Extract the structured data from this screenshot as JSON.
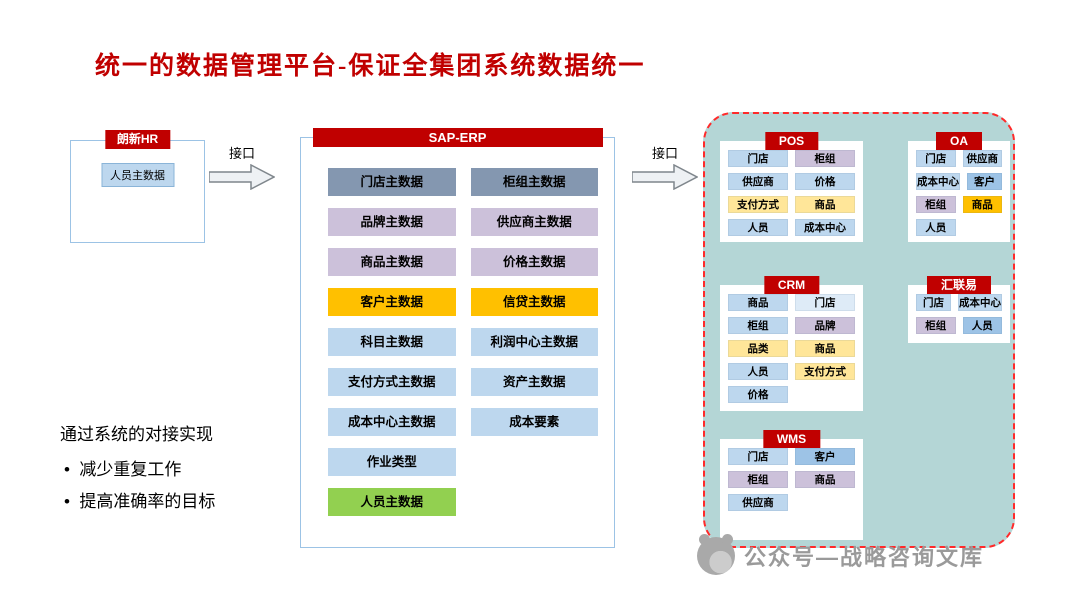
{
  "title": "统一的数据管理平台-保证全集团系统数据统一",
  "palette": {
    "blue": "#8497b0",
    "purple": "#ccc1da",
    "paleblue": "#bdd7ee",
    "fadedblue": "#deebf7",
    "amber": "#ffc000",
    "yellow": "#ffe699",
    "green": "#92d050",
    "cyan": "#9dc3e6",
    "red": "#c00000",
    "panel_bg": "#b4d6d6",
    "panel_border": "#ff2a2a"
  },
  "hr_source": {
    "header": "朗新HR",
    "item": "人员主数据"
  },
  "arrows": [
    {
      "label": "接口"
    },
    {
      "label": "接口"
    }
  ],
  "sap": {
    "header": "SAP-ERP",
    "columns": [
      [
        {
          "label": "门店主数据",
          "color": "blue"
        },
        {
          "label": "品牌主数据",
          "color": "purple"
        },
        {
          "label": "商品主数据",
          "color": "purple"
        },
        {
          "label": "客户主数据",
          "color": "amber"
        },
        {
          "label": "科目主数据",
          "color": "paleblue"
        },
        {
          "label": "支付方式主数据",
          "color": "paleblue"
        },
        {
          "label": "成本中心主数据",
          "color": "paleblue"
        },
        {
          "label": "作业类型",
          "color": "paleblue"
        },
        {
          "label": "人员主数据",
          "color": "green"
        }
      ],
      [
        {
          "label": "柜组主数据",
          "color": "blue"
        },
        {
          "label": "供应商主数据",
          "color": "purple"
        },
        {
          "label": "价格主数据",
          "color": "purple"
        },
        {
          "label": "信贷主数据",
          "color": "amber"
        },
        {
          "label": "利润中心主数据",
          "color": "paleblue"
        },
        {
          "label": "资产主数据",
          "color": "paleblue"
        },
        {
          "label": "成本要素",
          "color": "paleblue"
        }
      ]
    ]
  },
  "systems": [
    {
      "key": "pos",
      "name": "POS",
      "rows": [
        [
          {
            "label": "门店",
            "color": "paleblue"
          },
          {
            "label": "柜组",
            "color": "purple"
          }
        ],
        [
          {
            "label": "供应商",
            "color": "paleblue"
          },
          {
            "label": "价格",
            "color": "paleblue"
          }
        ],
        [
          {
            "label": "支付方式",
            "color": "yellow"
          },
          {
            "label": "商品",
            "color": "yellow"
          }
        ],
        [
          {
            "label": "人员",
            "color": "paleblue"
          },
          {
            "label": "成本中心",
            "color": "paleblue"
          }
        ]
      ]
    },
    {
      "key": "oa",
      "name": "OA",
      "rows": [
        [
          {
            "label": "门店",
            "color": "paleblue"
          },
          {
            "label": "供应商",
            "color": "paleblue"
          }
        ],
        [
          {
            "label": "成本中心",
            "color": "paleblue"
          },
          {
            "label": "客户",
            "color": "cyan"
          }
        ],
        [
          {
            "label": "柜组",
            "color": "purple"
          },
          {
            "label": "商品",
            "color": "amber"
          }
        ],
        [
          {
            "label": "人员",
            "color": "paleblue"
          }
        ]
      ]
    },
    {
      "key": "crm",
      "name": "CRM",
      "rows": [
        [
          {
            "label": "商品",
            "color": "paleblue"
          },
          {
            "label": "门店",
            "color": "fadedblue"
          }
        ],
        [
          {
            "label": "柜组",
            "color": "paleblue"
          },
          {
            "label": "品牌",
            "color": "purple"
          }
        ],
        [
          {
            "label": "品类",
            "color": "yellow"
          },
          {
            "label": "商品",
            "color": "yellow"
          }
        ],
        [
          {
            "label": "人员",
            "color": "paleblue"
          },
          {
            "label": "支付方式",
            "color": "yellow"
          }
        ],
        [
          {
            "label": "价格",
            "color": "paleblue"
          }
        ]
      ]
    },
    {
      "key": "huilianyi",
      "name": "汇联易",
      "rows": [
        [
          {
            "label": "门店",
            "color": "paleblue"
          },
          {
            "label": "成本中心",
            "color": "paleblue"
          }
        ],
        [
          {
            "label": "柜组",
            "color": "purple"
          },
          {
            "label": "人员",
            "color": "cyan"
          }
        ]
      ]
    },
    {
      "key": "wms",
      "name": "WMS",
      "rows": [
        [
          {
            "label": "门店",
            "color": "paleblue"
          },
          {
            "label": "客户",
            "color": "cyan"
          }
        ],
        [
          {
            "label": "柜组",
            "color": "purple"
          },
          {
            "label": "商品",
            "color": "purple"
          }
        ],
        [
          {
            "label": "供应商",
            "color": "paleblue"
          }
        ]
      ]
    }
  ],
  "notes": {
    "heading": "通过系统的对接实现",
    "bullets": [
      "减少重复工作",
      "提高准确率的目标"
    ]
  },
  "watermark": {
    "text": "公众号—战略咨询文库"
  }
}
